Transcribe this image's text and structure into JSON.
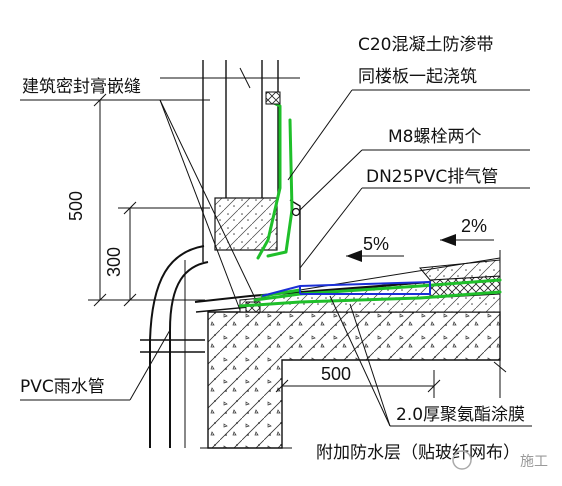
{
  "labels": {
    "c20_line1": "C20混凝土防渗带",
    "c20_line2": "同楼板一起浇筑",
    "sealant": "建筑密封膏嵌缝",
    "bolts": "M8螺栓两个",
    "vent_pipe": "DN25PVC排气管",
    "pvc_downpipe": "PVC雨水管",
    "coating": "2.0厚聚氨酯涂膜",
    "extra_layer": "附加防水层（贴玻纤网布）"
  },
  "dimensions": {
    "height_500": "500",
    "height_300": "300",
    "width_500": "500"
  },
  "slopes": {
    "slope_5": "5%",
    "slope_2": "2%"
  },
  "watermark": "施工",
  "colors": {
    "waterproof_layer": "#1fbf2a",
    "vent_pipe": "#1b2fd6",
    "line": "#111111"
  }
}
